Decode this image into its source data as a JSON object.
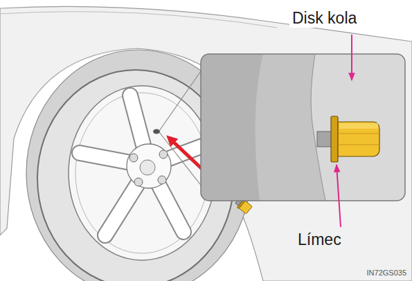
{
  "diagram": {
    "labels": [
      "Disk kola",
      "Límec",
      "IN72GS035"
    ]
  }
}
